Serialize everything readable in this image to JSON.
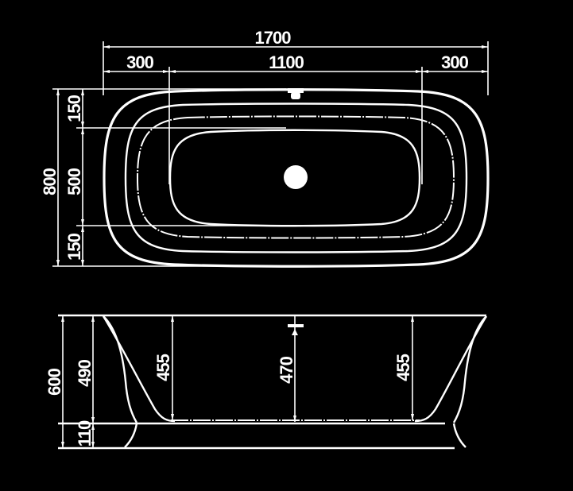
{
  "drawing": {
    "subject": "Freestanding bathtub dimension drawing",
    "background_color": "#000000",
    "line_color": "#ffffff",
    "units": "mm"
  },
  "top_view": {
    "dimensions": {
      "overall_length": "1700",
      "left_end": "300",
      "center_length": "1100",
      "right_end": "300",
      "overall_width": "800",
      "top_margin": "150",
      "inner_width": "500",
      "bottom_margin": "150"
    },
    "features": [
      "outer-rim",
      "inner-rim",
      "basin-contour",
      "bottom-contour",
      "drain",
      "overflow"
    ]
  },
  "side_view": {
    "dimensions": {
      "overall_height": "600",
      "body_height": "490",
      "base_height": "110",
      "left_depth": "455",
      "center_depth": "470",
      "right_depth": "455"
    },
    "features": [
      "tub-body",
      "pedestal-base",
      "overflow-fitting"
    ]
  }
}
